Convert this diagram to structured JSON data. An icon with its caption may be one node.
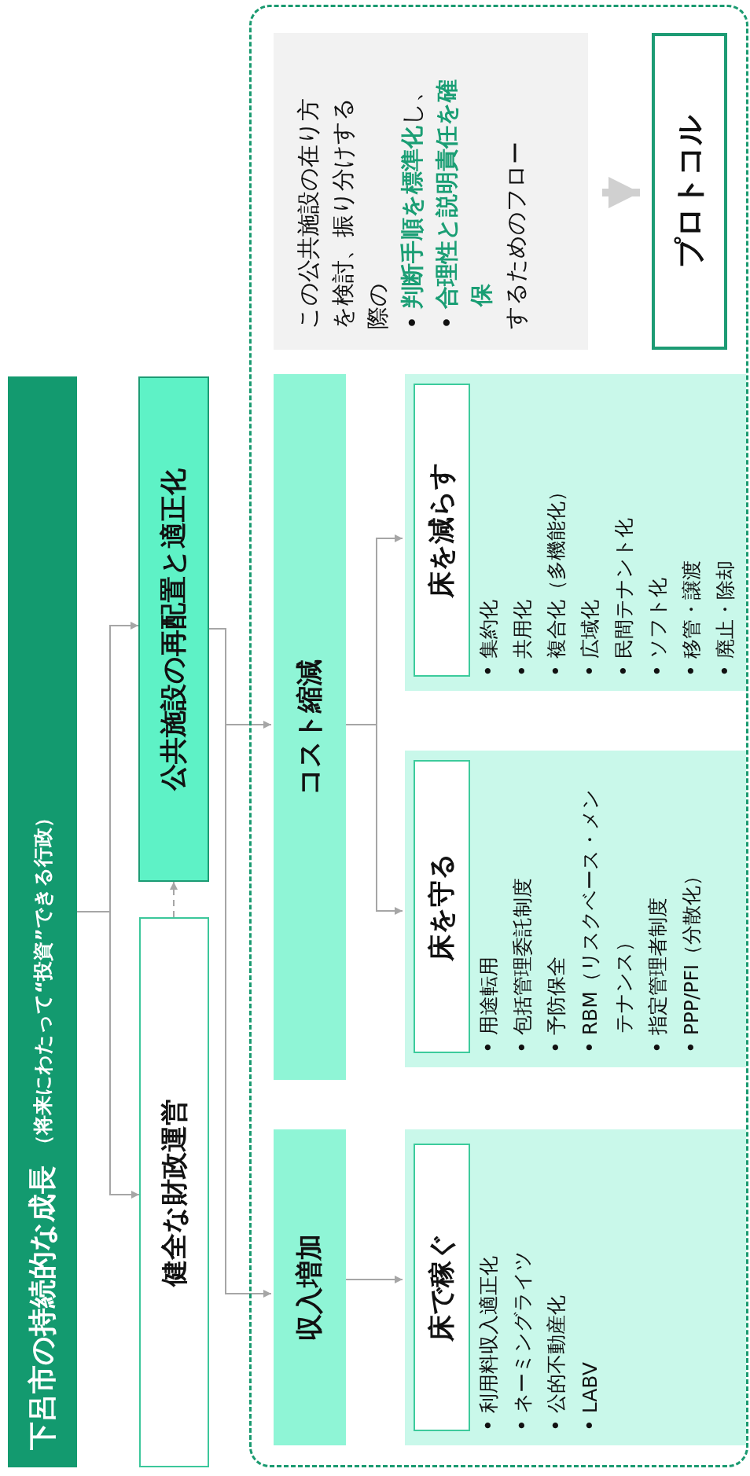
{
  "diagram": {
    "nodes": [
      {
        "text": [
          "下呂市の持続的な成長",
          "（将来にわたって“投資”できる行政）"
        ]
      },
      {
        "text": [
          "公共施設の再配置と適正化"
        ]
      },
      {
        "text": [
          "健全な財政運営"
        ]
      },
      {
        "text": [],
        "shape": "box"
      },
      {
        "text": [
          "この公共施設の在り方を検討、振り分けする際の",
          "• **判断手順を標準化**し、",
          "• **合理性と説明責任を確保**",
          "するためのフロー"
        ],
        "in": 3
      },
      {
        "text": [
          "プロトコル"
        ],
        "in": 3
      },
      {
        "text": [
          "コスト縮減"
        ],
        "in": 3
      },
      {
        "text": [
          "収入増加"
        ],
        "in": 3
      },
      {
        "text": [
          "• 集約化",
          "• 共用化",
          "• 複合化（多機能化）",
          "• 広域化",
          "• 民間テナント化",
          "• ソフト化",
          "• 移管・譲渡",
          "• 廃止・除却"
        ],
        "in": 3
      },
      {
        "text": [
          "床を減らす"
        ],
        "in": 8
      },
      {
        "text": [
          "• 用途転用",
          "• 包括管理委託制度",
          "• 予防保全",
          "• RBM（リスクベース・メンテナンス）",
          "• 指定管理者制度",
          "• PPP/PFI（分散化）"
        ],
        "in": 3
      },
      {
        "text": [
          "床を守る"
        ],
        "in": 10
      },
      {
        "text": [
          "• 利用料収入適正化",
          "• ネーミングライツ",
          "• 公的不動産化",
          "• LABV"
        ],
        "in": 3
      },
      {
        "text": [
          "床で稼ぐ"
        ],
        "in": 12
      }
    ],
    "edges": [
      {
        "from": 0,
        "to": 1,
        "arrow": "to"
      },
      {
        "from": 0,
        "to": 2,
        "arrow": "to"
      },
      {
        "from": 2,
        "to": 1,
        "arrow": "to",
        "style": "dashed"
      },
      {
        "from": 1,
        "to": 6,
        "arrow": "to"
      },
      {
        "from": 1,
        "to": 7,
        "arrow": "to"
      },
      {
        "from": 6,
        "to": 8,
        "arrow": "to"
      },
      {
        "from": 6,
        "to": 10,
        "arrow": "to"
      },
      {
        "from": 7,
        "to": 12,
        "arrow": "to"
      },
      {
        "from": 4,
        "to": 5,
        "arrow": "to",
        "style": "thick",
        "color": "#d0d0d0"
      }
    ]
  }
}
